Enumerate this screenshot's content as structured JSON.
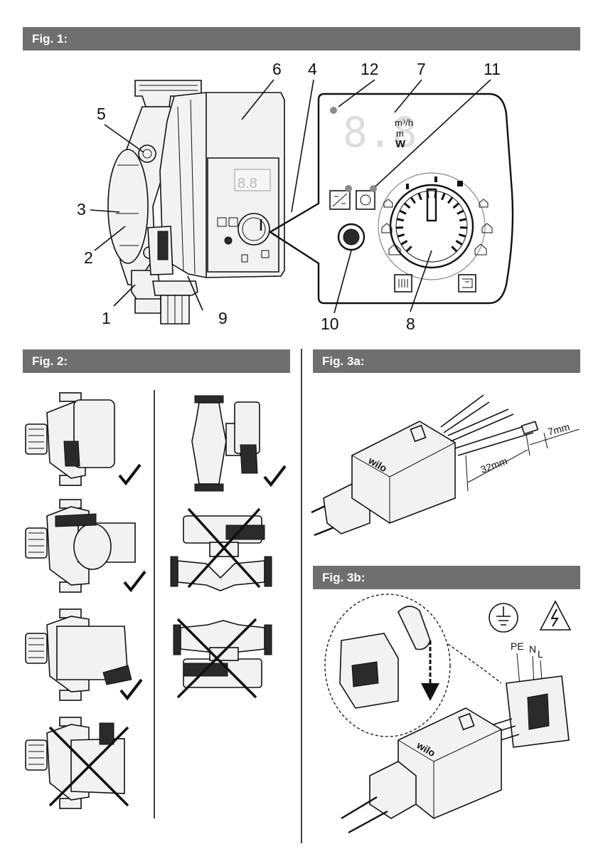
{
  "figures": {
    "fig1": {
      "title": "Fig. 1:"
    },
    "fig2": {
      "title": "Fig. 2:"
    },
    "fig3a": {
      "title": "Fig. 3a:"
    },
    "fig3b": {
      "title": "Fig. 3b:"
    }
  },
  "fig1_callouts": [
    "1",
    "2",
    "3",
    "4",
    "5",
    "6",
    "7",
    "8",
    "9",
    "10",
    "11",
    "12"
  ],
  "display": {
    "value": "8.8",
    "unit_flow": "m³/h",
    "unit_head": "m",
    "unit_power": "W"
  },
  "fig3a": {
    "dim_short": "7mm",
    "dim_long": "32mm"
  },
  "fig3b": {
    "terminals": [
      "PE",
      "N",
      "L"
    ]
  },
  "brand": "wilo",
  "fig2_marks": [
    "check",
    "check",
    "check",
    "cross",
    "check",
    "cross",
    "cross"
  ]
}
